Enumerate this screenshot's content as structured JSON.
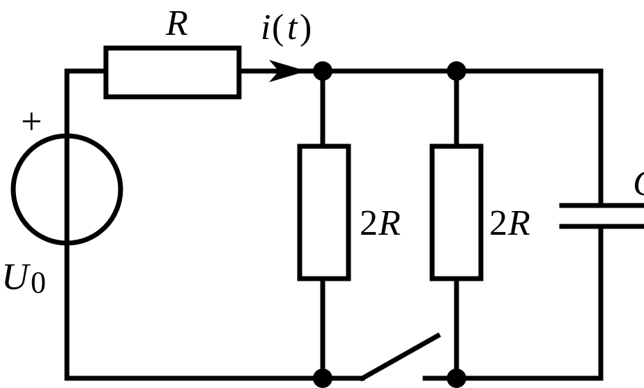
{
  "labels": {
    "resistor_series": "R",
    "current_var": "i",
    "current_paren_open": "(",
    "current_arg": "t",
    "current_paren_close": ")",
    "plus_sign": "+",
    "source_symbol": "U",
    "source_subscript": "0",
    "r2_left_coef": "2",
    "r2_left_symbol": "R",
    "r2_right_coef": "2",
    "r2_right_symbol": "R",
    "capacitor_partial": "C"
  }
}
